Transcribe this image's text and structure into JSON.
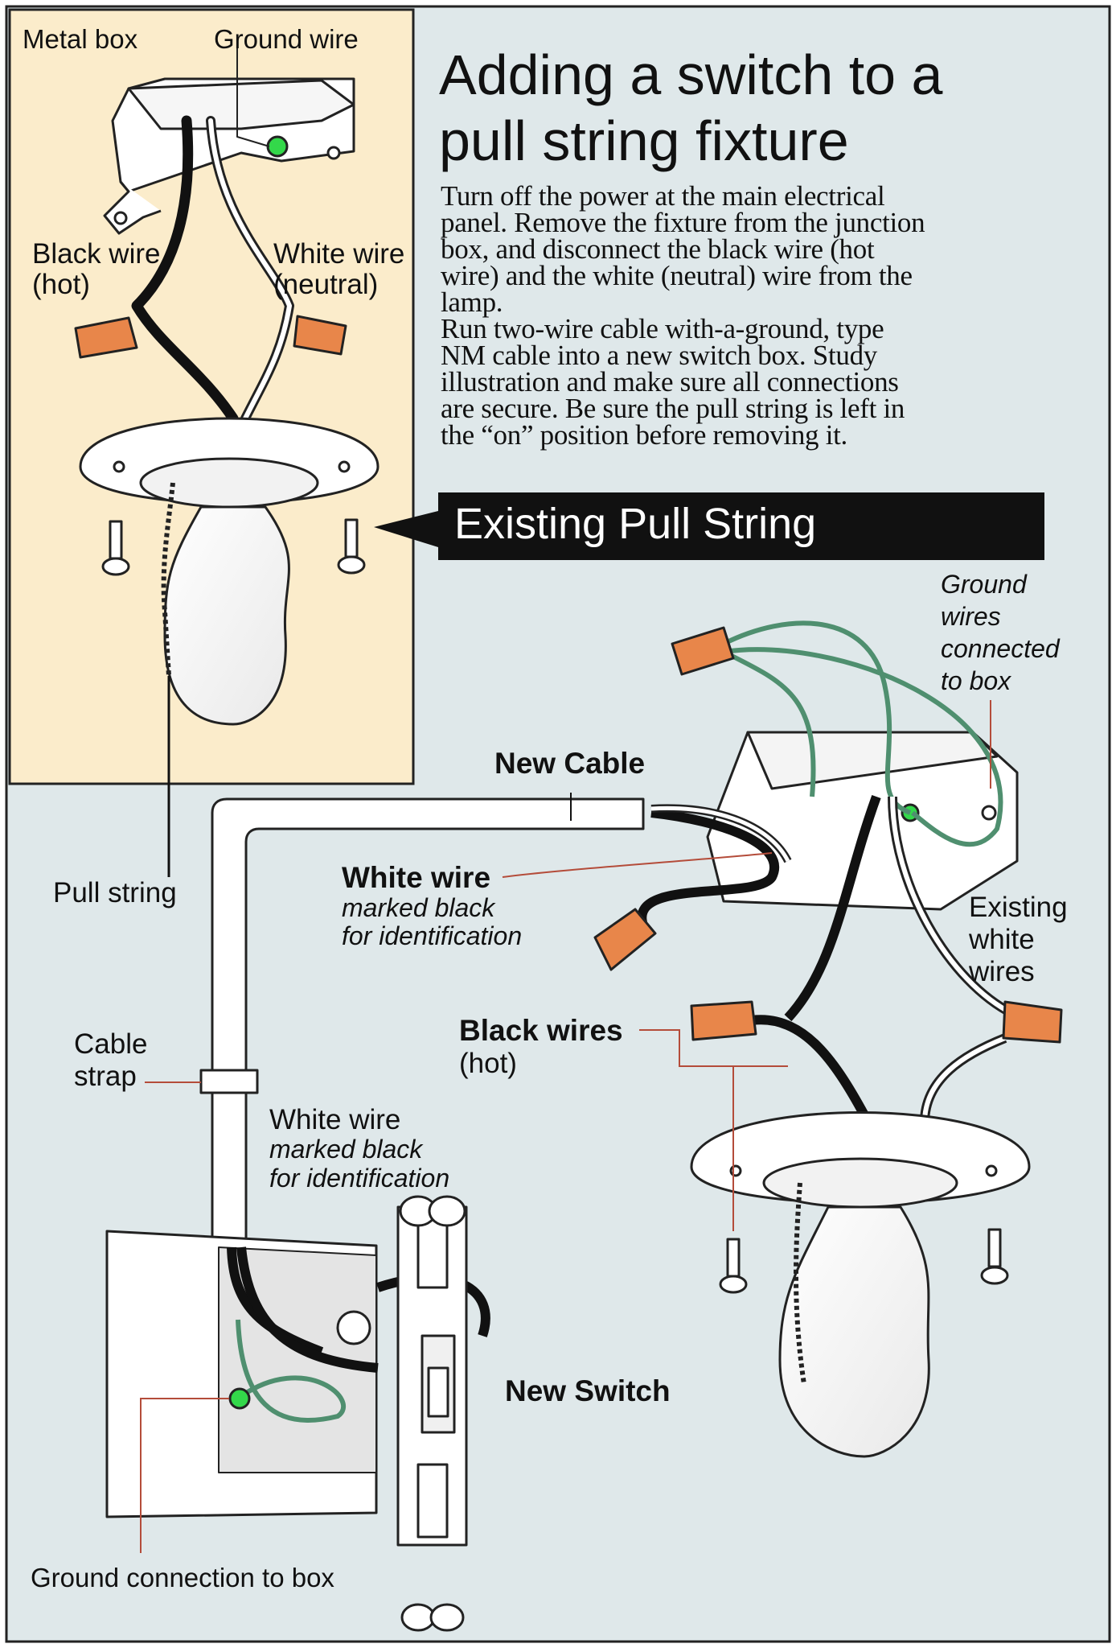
{
  "colors": {
    "inset_bg": "#fbeccb",
    "main_bg": "#dfe8ea",
    "wire_nut": "#e8864a",
    "ground_wire": "#4f8f6f",
    "ground_screw": "#33d84a",
    "callout_bg": "#111111"
  },
  "title": {
    "line1": "Adding a switch to a",
    "line2": "pull string fixture"
  },
  "instructions": {
    "lines": [
      "Turn off the power at the main electrical",
      "panel. Remove the fixture from the junction",
      "box, and disconnect the black wire (hot",
      "wire) and the white (neutral) wire from the",
      "lamp.",
      "Run two-wire cable with-a-ground, type",
      "NM cable into a new switch box. Study",
      "illustration and make sure all connections",
      "are secure. Be sure the pull string is left in",
      "the “on” position before removing it."
    ]
  },
  "callout": {
    "label": "Existing Pull String"
  },
  "inset_labels": {
    "metal_box": "Metal box",
    "ground_wire": "Ground wire",
    "black_wire": "Black wire",
    "black_wire_sub": "(hot)",
    "white_wire": "White wire",
    "white_wire_sub": "(neutral)"
  },
  "main_labels": {
    "pull_string": "Pull string",
    "new_cable": "New Cable",
    "white_wire_top": "White wire",
    "white_wire_top_note1": "marked black",
    "white_wire_top_note2": "for identification",
    "ground_wires_1": "Ground",
    "ground_wires_2": "wires",
    "ground_wires_3": "connected",
    "ground_wires_4": "to box",
    "existing_white_1": "Existing",
    "existing_white_2": "white",
    "existing_white_3": "wires",
    "black_wires": "Black wires",
    "black_wires_sub": "(hot)",
    "cable_strap_1": "Cable",
    "cable_strap_2": "strap",
    "white_wire_bottom": "White wire",
    "white_wire_bottom_note1": "marked black",
    "white_wire_bottom_note2": "for identification",
    "new_switch": "New Switch",
    "ground_connection": "Ground connection to box"
  }
}
